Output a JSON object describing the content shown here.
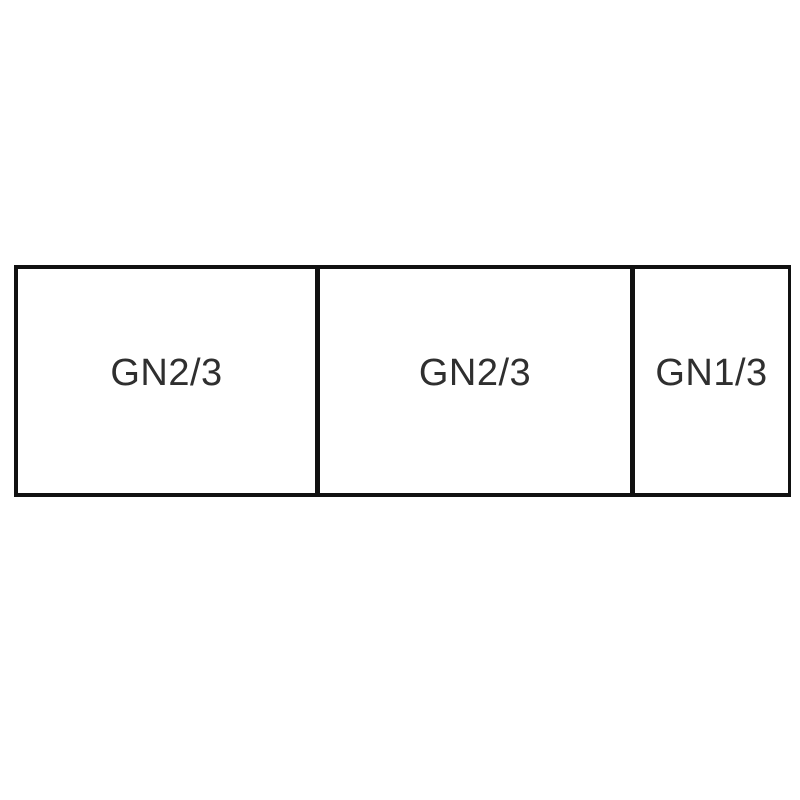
{
  "diagram": {
    "type": "gastronorm-layout",
    "background_color": "#ffffff",
    "border_color": "#111111",
    "text_color": "#2f2f2f",
    "cells": [
      {
        "label": "GN2/3"
      },
      {
        "label": "GN2/3"
      },
      {
        "label": "GN1/3"
      }
    ]
  }
}
